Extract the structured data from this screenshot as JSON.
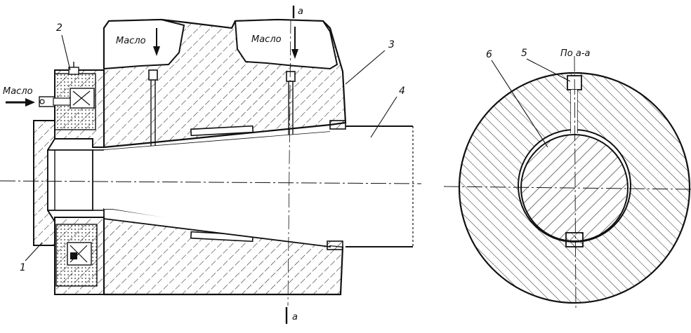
{
  "labels": {
    "oil_top_left": "Масло",
    "oil_top_right": "Масло",
    "oil_side": "Масло",
    "section_top": "a",
    "section_bottom": "a",
    "section_ref": "По а-а"
  },
  "callouts": {
    "n1": "1",
    "n2": "2",
    "n3": "3",
    "n4": "4",
    "n5": "5",
    "n6": "6"
  }
}
